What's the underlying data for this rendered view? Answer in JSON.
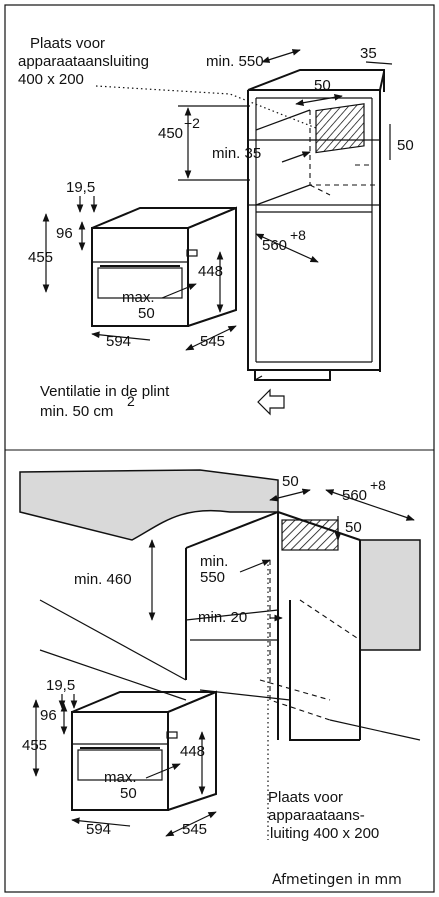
{
  "top_section": {
    "socket_note_line1": "Plaats voor",
    "socket_note_line2": "apparaataansluiting",
    "socket_note_line3": "400 x 200",
    "dim_min_depth": "min. 550",
    "dim_35": "35",
    "dim_50_top": "50",
    "dim_50_right": "50",
    "dim_niche_height_base": "450",
    "dim_niche_height_sup": "+2",
    "dim_min_35": "min. 35",
    "dim_niche_width_base": "560",
    "dim_niche_width_sup": "+8",
    "dim_19_5": "19,5",
    "dim_96": "96",
    "dim_455": "455",
    "dim_448": "448",
    "dim_max": "max.",
    "dim_max_50": "50",
    "dim_594": "594",
    "dim_545": "545",
    "vent_line1": "Ventilatie in de plint",
    "vent_line2_base": "min. 50 cm",
    "vent_line2_sup": "2"
  },
  "bottom_section": {
    "dim_50_top": "50",
    "dim_niche_width_base": "560",
    "dim_niche_width_sup": "+8",
    "dim_50_right": "50",
    "dim_min_460": "min. 460",
    "dim_min_550_line1": "min.",
    "dim_min_550_line2": "550",
    "dim_min_20": "min. 20",
    "dim_19_5": "19,5",
    "dim_96": "96",
    "dim_455": "455",
    "dim_448": "448",
    "dim_max": "max.",
    "dim_max_50": "50",
    "dim_594": "594",
    "dim_545": "545",
    "socket_note_line1": "Plaats voor",
    "socket_note_line2": "apparaataans-",
    "socket_note_line3": "luiting 400 x 200"
  },
  "footer": {
    "units_note": "Afmetingen in mm"
  }
}
